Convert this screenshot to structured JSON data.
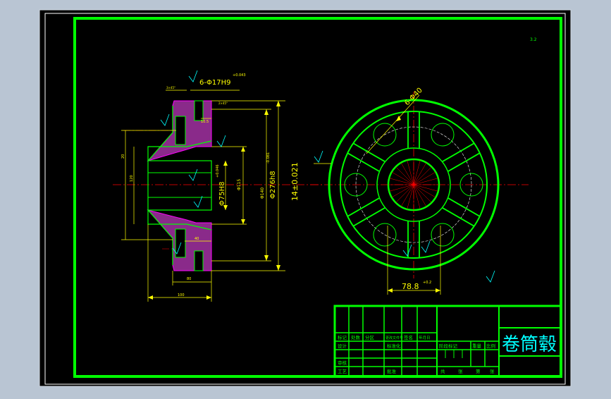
{
  "drawing": {
    "title": "卷筒毂",
    "colors": {
      "background": "#b9c5d3",
      "sheet": "#000000",
      "border": "#00ff00",
      "dimension": "#ffff00",
      "center_line": "#ff0000",
      "section_hatch": "#ff00ff",
      "title_text": "#00ffff"
    },
    "top_note": "3.2",
    "front_view": {
      "dimensions": {
        "holes_top": "6-Φ17H9",
        "holes_top_tol": "+0.043",
        "diam_main": "Φ276h8",
        "diam_main_tol": "-0.081",
        "diam_bore": "Φ75H8",
        "diam_bore_tol": "+0.046",
        "diam_140": "Φ140",
        "diam_115": "Φ115",
        "total_h": "14±0.021",
        "d_20": "20",
        "d_120": "120",
        "d_40": "40",
        "d_80": "80",
        "d_100": "100",
        "d_10_5": "10.5",
        "d_3x45": "3×45°",
        "d_2x45": "2×45°"
      }
    },
    "side_view": {
      "dimensions": {
        "holes": "6-Φ40",
        "width": "78.8",
        "width_tol": "+0.2"
      }
    },
    "title_block": {
      "name": "卷筒毂",
      "row_a": [
        "标记",
        "处数",
        "分区",
        "更改文件号",
        "签名",
        "年月日"
      ],
      "row_b": [
        "设计",
        "",
        "",
        "标准化"
      ],
      "row_c": [
        "阶段标记",
        "重量",
        "比例"
      ],
      "row_d": [
        "审核"
      ],
      "row_e": [
        "工艺",
        "",
        "",
        "批准"
      ],
      "row_f": [
        "共",
        "张",
        "第",
        "张"
      ]
    }
  }
}
